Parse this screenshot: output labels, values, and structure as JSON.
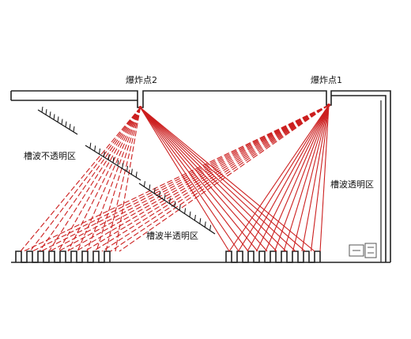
{
  "labels": {
    "source1": "爆炸点1",
    "source2": "爆炸点2",
    "opaque_zone": "槽波不透明区",
    "semi_transparent_zone": "槽波半透明区",
    "transparent_zone": "槽波透明区"
  },
  "colors": {
    "ray": "#cc1f1f",
    "wall": "#222222",
    "hatch": "#111111",
    "background": "#ffffff"
  },
  "icons": {
    "receiver": "receiver-station-icon"
  }
}
